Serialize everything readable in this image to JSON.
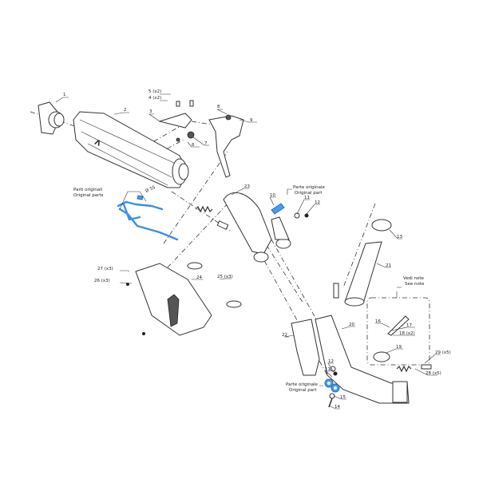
{
  "labels": {
    "p1": "1",
    "p2": "2",
    "p3": "3",
    "p4": "4 (x2)",
    "p5": "5 (x2)",
    "p6": "6",
    "p7": "7",
    "p8": "8",
    "p9": "9",
    "p10": "10",
    "p11a": "11",
    "p12a": "12",
    "p13": "13",
    "p21": "21",
    "p23": "23",
    "p27": "27 (x3)",
    "p26": "26 (x3)",
    "p24": "24",
    "p25": "25 (x3)",
    "p22": "22",
    "p20": "20",
    "p16": "16",
    "p17": "17",
    "p18": "18 (x2)",
    "p19": "19",
    "p29": "29 (x5)",
    "p28": "28 (x5)",
    "p12b": "12",
    "p11b": "11",
    "p15": "15",
    "p14": "14",
    "diameter": "Ø 55"
  },
  "notes": {
    "parti_it": "Parti originali",
    "parti_en": "Original parts",
    "parte1_it": "Parte originale",
    "parte1_en": "Original part",
    "parte2_it": "Parte originale",
    "parte2_en": "Original part",
    "vedi_it": "Vedi note",
    "vedi_en": "See note"
  },
  "colors": {
    "original_part": "#3b8fe6",
    "line": "#333333"
  }
}
